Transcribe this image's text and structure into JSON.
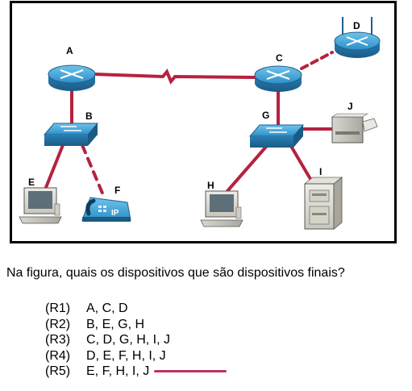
{
  "devices": {
    "A": {
      "label": "A",
      "type": "router",
      "icon": "router-icon"
    },
    "B": {
      "label": "B",
      "type": "switch",
      "icon": "switch-icon"
    },
    "C": {
      "label": "C",
      "type": "router",
      "icon": "router-icon"
    },
    "D": {
      "label": "D",
      "type": "wireless-router",
      "icon": "wireless-router-icon"
    },
    "E": {
      "label": "E",
      "type": "pc",
      "icon": "pc-icon"
    },
    "F": {
      "label": "F",
      "type": "ip-phone",
      "icon": "ip-phone-icon",
      "badge": "IP"
    },
    "G": {
      "label": "G",
      "type": "switch",
      "icon": "switch-icon"
    },
    "H": {
      "label": "H",
      "type": "pc",
      "icon": "pc-icon"
    },
    "I": {
      "label": "I",
      "type": "server",
      "icon": "server-icon"
    },
    "J": {
      "label": "J",
      "type": "printer",
      "icon": "printer-icon"
    }
  },
  "links": [
    {
      "from": "A",
      "to": "C",
      "style": "serial"
    },
    {
      "from": "A",
      "to": "B",
      "style": "solid"
    },
    {
      "from": "C",
      "to": "D",
      "style": "dashed"
    },
    {
      "from": "C",
      "to": "G",
      "style": "solid"
    },
    {
      "from": "B",
      "to": "E",
      "style": "solid"
    },
    {
      "from": "B",
      "to": "F",
      "style": "dashed"
    },
    {
      "from": "G",
      "to": "H",
      "style": "solid"
    },
    {
      "from": "G",
      "to": "I",
      "style": "solid"
    },
    {
      "from": "G",
      "to": "J",
      "style": "solid"
    }
  ],
  "colors": {
    "link": "#b5223f",
    "device_blue": "#2d8fc7",
    "device_dark": "#1f5f8a",
    "frame": "#000000",
    "answer_mark": "#c0315a"
  },
  "question": "Na figura, quais os dispositivos que são dispositivos finais?",
  "answers": [
    {
      "code": "(R1)",
      "text": "A, C, D"
    },
    {
      "code": "(R2)",
      "text": "B, E, G, H"
    },
    {
      "code": "(R3)",
      "text": "C, D, G, H, I, J"
    },
    {
      "code": "(R4)",
      "text": "D, E, F, H, I, J"
    },
    {
      "code": "(R5)",
      "text": "E, F, H, I, J",
      "marked": true
    }
  ]
}
